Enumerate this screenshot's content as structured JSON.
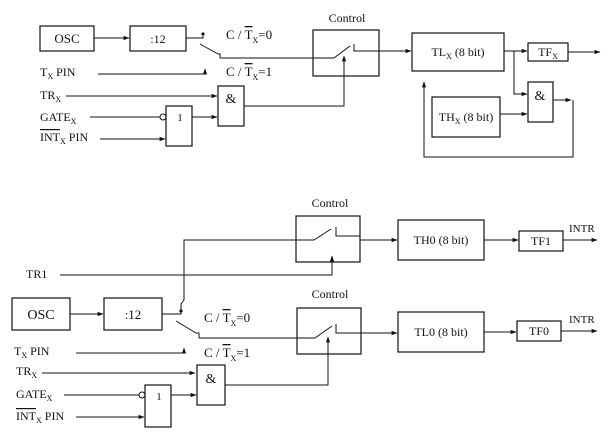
{
  "top": {
    "osc": "OSC",
    "divider": ":12",
    "mode_c": "C / ",
    "mode_t": "T",
    "mode_x": "X",
    "mode_eq0": "=0",
    "mode_eq1": "=1",
    "control": "Control",
    "tl_main": "TL",
    "tl_sub": "X",
    "tl_tail": " (8 bit)",
    "th_main": "TH",
    "th_sub": "X",
    "th_tail": " (8 bit)",
    "tf_main": "TF",
    "tf_sub": "X",
    "and_gate": "&",
    "or_gate": "1",
    "tx_pin_main": "T",
    "tx_pin_sub": "X",
    "tx_pin_tail": " PIN",
    "trx_main": "TR",
    "trx_sub": "X",
    "gatex_main": "GATE",
    "gatex_sub": "X",
    "intx_main": "INT",
    "intx_sub": "X",
    "intx_tail": " PIN"
  },
  "bottom": {
    "control_upper": "Control",
    "control_lower": "Control",
    "th0": "TH0 (8 bit)",
    "tf1": "TF1",
    "intr_upper": "INTR",
    "tr1": "TR1",
    "osc": "OSC",
    "divider": ":12",
    "mode_c": "C / ",
    "mode_t": "T",
    "mode_x": "X",
    "mode_eq0": "=0",
    "mode_eq1": "=1",
    "tl0": "TL0 (8 bit)",
    "tf0": "TF0",
    "intr_lower": "INTR",
    "and_gate": "&",
    "or_gate": "1",
    "tx_pin_main": "T",
    "tx_pin_sub": "X",
    "tx_pin_tail": " PIN",
    "trx_main": "TR",
    "trx_sub": "X",
    "gatex_main": "GATE",
    "gatex_sub": "X",
    "intx_main": "INT",
    "intx_sub": "X",
    "intx_tail": " PIN"
  }
}
